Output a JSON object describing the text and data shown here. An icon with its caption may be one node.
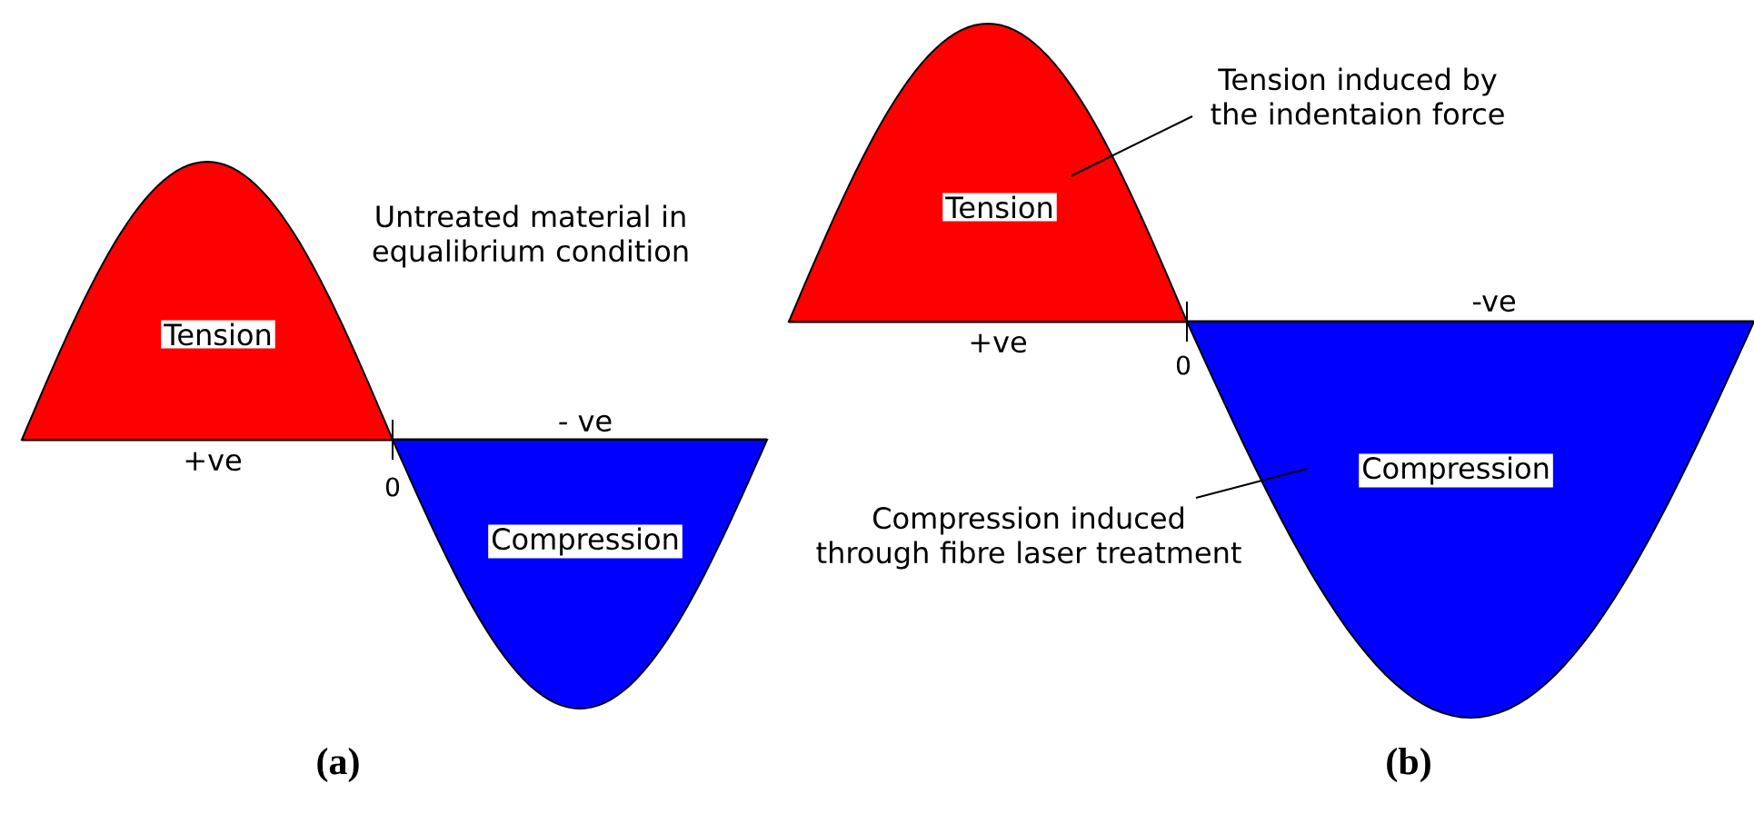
{
  "diagram": {
    "nodes": [
      {
        "text": [
          "Tension"
        ]
      },
      {
        "text": [
          "Compression"
        ]
      },
      {
        "text": [
          "Tension"
        ]
      },
      {
        "text": [
          "Compression"
        ]
      },
      {
        "text": [
          "Tension induced by the indentaion force"
        ]
      },
      {
        "text": [
          "Compression induced through fibre laser treatment"
        ]
      }
    ],
    "edges": [
      {
        "from": 4,
        "to": 2,
        "arrow": "none"
      },
      {
        "from": 5,
        "to": 3,
        "arrow": "none"
      }
    ],
    "labels": [
      "Untreated material in equalibrium condition",
      "+ve",
      "- ve",
      "0",
      "(a)",
      "-ve",
      "+ve",
      "0",
      "(b)"
    ]
  }
}
